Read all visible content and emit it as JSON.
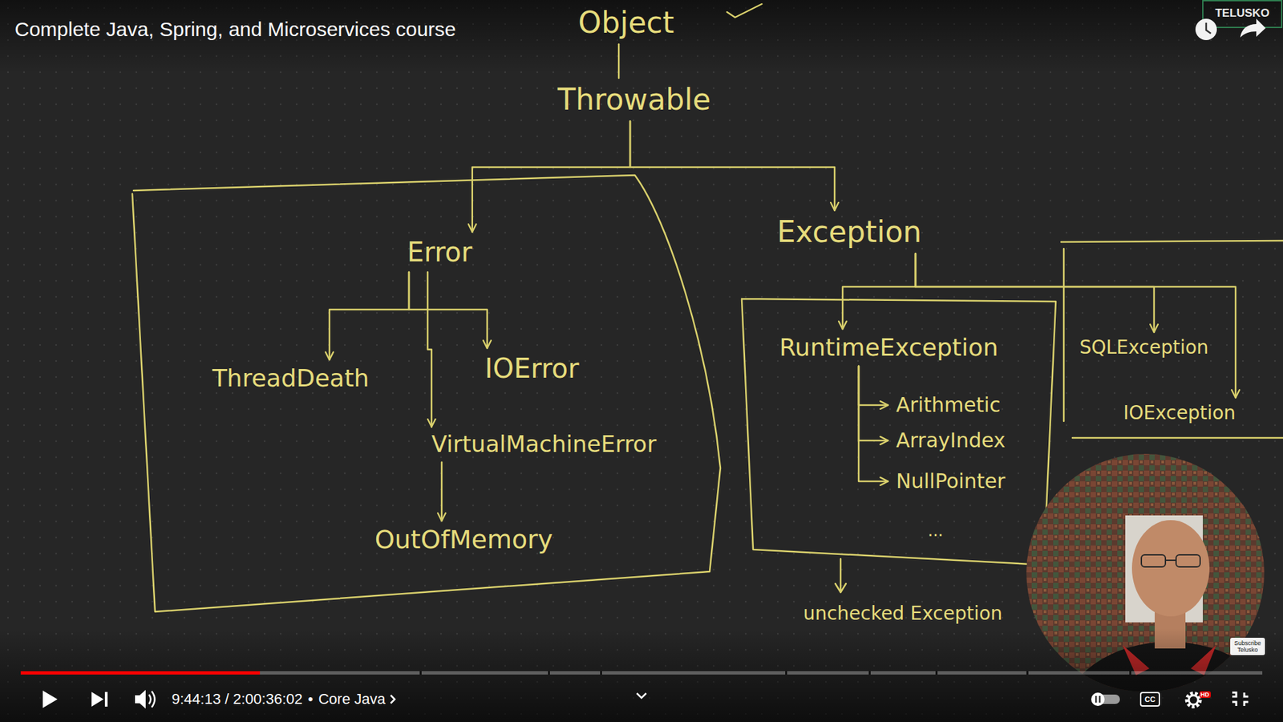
{
  "diagram": {
    "title": "Complete Java, Spring, and Microservices course",
    "nodes": [
      {
        "text": [
          "Object"
        ]
      },
      {
        "text": [
          "Throwable"
        ]
      },
      {
        "text": [
          "Error"
        ]
      },
      {
        "text": [
          "ThreadDeath"
        ]
      },
      {
        "text": [
          "IOError"
        ]
      },
      {
        "text": [
          "VirtualMachineError"
        ]
      },
      {
        "text": [
          "OutOfMemory"
        ]
      },
      {
        "text": [
          "Exception"
        ]
      },
      {
        "text": [
          "RuntimeException"
        ]
      },
      {
        "text": [
          "Arithmetic"
        ]
      },
      {
        "text": [
          "ArrayIndex"
        ]
      },
      {
        "text": [
          "NullPointer"
        ]
      },
      {
        "text": [
          "SQLException"
        ]
      },
      {
        "text": [
          "IOException"
        ]
      }
    ],
    "edges": [
      {
        "from": 0,
        "to": 1,
        "arrow": "none"
      },
      {
        "from": 1,
        "to": 2,
        "arrow": "to"
      },
      {
        "from": 1,
        "to": 7,
        "arrow": "to"
      },
      {
        "from": 2,
        "to": 3,
        "arrow": "to"
      },
      {
        "from": 2,
        "to": 4,
        "arrow": "to"
      },
      {
        "from": 2,
        "to": 5,
        "arrow": "to"
      },
      {
        "from": 5,
        "to": 6,
        "arrow": "to"
      },
      {
        "from": 7,
        "to": 8,
        "arrow": "to"
      },
      {
        "from": 7,
        "to": 12,
        "arrow": "to"
      },
      {
        "from": 7,
        "to": 13,
        "arrow": "to"
      },
      {
        "from": 8,
        "to": 9,
        "arrow": "to"
      },
      {
        "from": 8,
        "to": 10,
        "arrow": "to"
      },
      {
        "from": 8,
        "to": 11,
        "arrow": "to"
      }
    ],
    "labels": [
      "TELUSKO",
      "9:44:13 / 2:00:36:02",
      "•",
      "Core Java",
      "HD",
      "Subscribe Telusko",
      "unchecked Exception",
      "...",
      "CC"
    ]
  }
}
